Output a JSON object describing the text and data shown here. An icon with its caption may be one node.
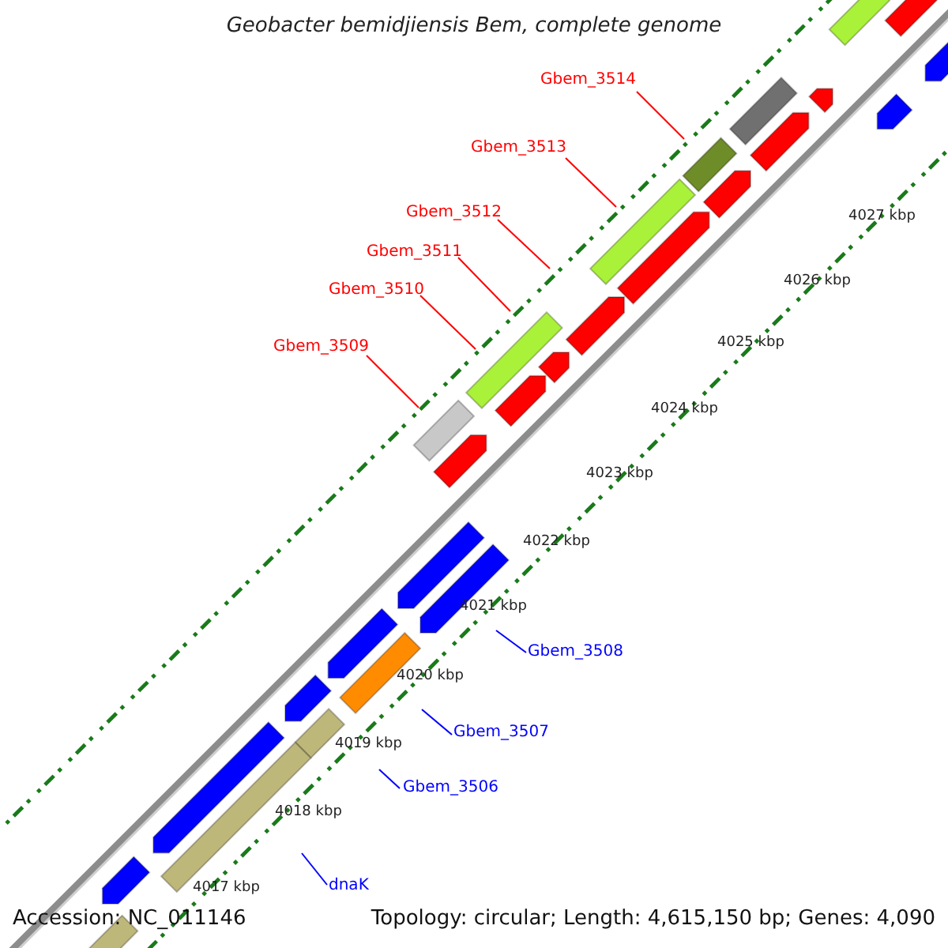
{
  "diagram": {
    "title": "Geobacter bemidjiensis Bem, complete genome",
    "nodes": [
      {
        "text": [
          "Gbem_3514"
        ]
      },
      {
        "text": [
          "Gbem_3513"
        ]
      },
      {
        "text": [
          "Gbem_3512"
        ]
      },
      {
        "text": [
          "Gbem_3511"
        ]
      },
      {
        "text": [
          "Gbem_3510"
        ]
      },
      {
        "text": [
          "Gbem_3509"
        ]
      },
      {
        "text": [
          "Gbem_3508"
        ]
      },
      {
        "text": [
          "Gbem_3507"
        ]
      },
      {
        "text": [
          "Gbem_3506"
        ]
      },
      {
        "text": [
          "dnaK"
        ]
      }
    ],
    "edges": [
      {
        "from": 0,
        "to": null,
        "arrow": "none"
      },
      {
        "from": 1,
        "to": null,
        "arrow": "none"
      },
      {
        "from": 2,
        "to": null,
        "arrow": "none"
      },
      {
        "from": 3,
        "to": null,
        "arrow": "none"
      },
      {
        "from": 4,
        "to": null,
        "arrow": "none"
      },
      {
        "from": 5,
        "to": null,
        "arrow": "none"
      },
      {
        "from": 6,
        "to": null,
        "arrow": "none",
        "color": "#0000ff"
      },
      {
        "from": 7,
        "to": null,
        "arrow": "none",
        "color": "#0000ff"
      },
      {
        "from": 8,
        "to": null,
        "arrow": "none",
        "color": "#0000ff"
      },
      {
        "from": 9,
        "to": null,
        "arrow": "none",
        "color": "#0000ff"
      }
    ],
    "labels": [
      "4027 kbp",
      "4026 kbp",
      "4025 kbp",
      "4024 kbp",
      "4023 kbp",
      "4022 kbp",
      "4021 kbp",
      "4020 kbp",
      "4019 kbp",
      "4018 kbp",
      "4017 kbp",
      "Accession: NC_011146",
      "Topology: circular; Length: 4,615,150 bp; Genes: 4,090"
    ]
  }
}
